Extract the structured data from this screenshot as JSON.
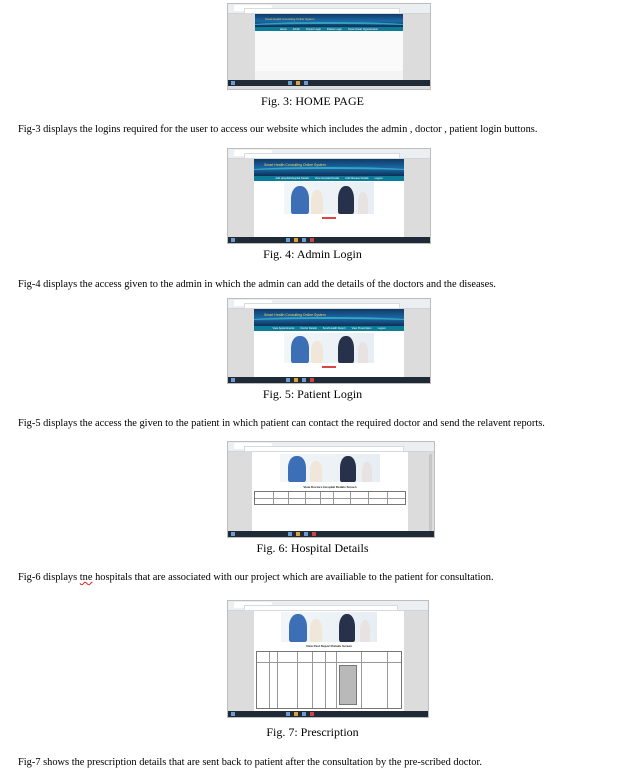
{
  "figures": [
    {
      "id": "fig3",
      "caption": "Fig. 3: HOME PAGE"
    },
    {
      "id": "fig4",
      "caption": "Fig. 4: Admin Login"
    },
    {
      "id": "fig5",
      "caption": "Fig. 5: Patient Login"
    },
    {
      "id": "fig6",
      "caption": "Fig. 6: Hospital Details"
    },
    {
      "id": "fig7",
      "caption": "Fig. 7: Prescription"
    }
  ],
  "paragraphs": {
    "p3": "Fig-3 displays the logins required for the user to access our website which includes the admin , doctor , patient login buttons.",
    "p4": "Fig-4 displays the access given to the admin in which the admin can add the details of the doctors and the diseases.",
    "p5": "Fig-5 displays the access the given to the patient in which patient can contact the required doctor and send the relavent reports.",
    "p6_pre": "Fig-6 displays ",
    "p6_err": "tne",
    "p6_post": " hospitals that are associated with our project which are availiable to the patient for consultation.",
    "p7": "Fig-7 shows the prescription details that are sent back to patient after the consultation by the pre-scribed doctor."
  },
  "screens": {
    "brand": "Smart Health Consulting Online System",
    "home_nav": [
      "Home",
      "Admin",
      "Doctor Login",
      "Patient Login",
      "Know Smart Hypertension"
    ],
    "admin_nav": [
      "Add Hospital/Hospital Details",
      "View Hospital Details",
      "Add Disease Details",
      "Logout"
    ],
    "patient_nav": [
      "View Appointments",
      "Doctor Details",
      "Send Health Report",
      "View Prescription",
      "Logout"
    ],
    "hospital_table_title": "View Doctors Hospital Details Screen",
    "prescription_table_title": "View Past Report Details Screen"
  }
}
